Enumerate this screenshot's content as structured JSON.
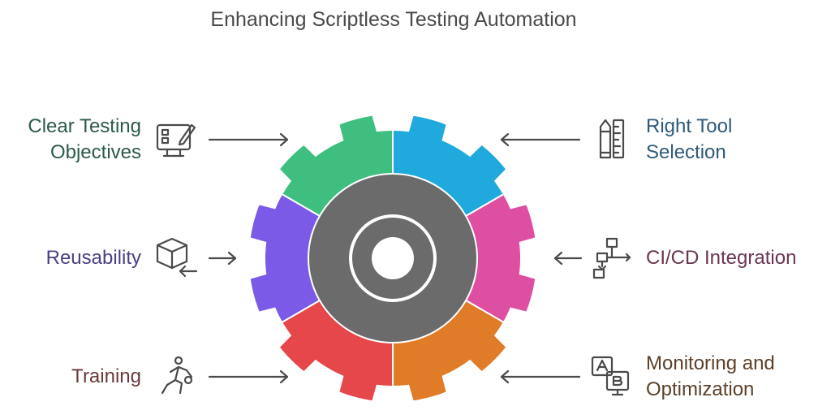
{
  "title": "Enhancing Scriptless Testing Automation",
  "segments": [
    {
      "label": "Clear Testing Objectives",
      "lines": [
        "Clear Testing",
        "Objectives"
      ],
      "color": "#3fbf7f",
      "icon": "dashboard-edit-icon"
    },
    {
      "label": "Right Tool Selection",
      "lines": [
        "Right Tool",
        "Selection"
      ],
      "color": "#1fa9dc",
      "icon": "ruler-pencil-icon"
    },
    {
      "label": "Reusability",
      "lines": [
        "Reusability"
      ],
      "color": "#7a5ae6",
      "icon": "cube-arrow-icon"
    },
    {
      "label": "CI/CD Integration",
      "lines": [
        "CI/CD Integration"
      ],
      "color": "#de4fa2",
      "icon": "flowchart-icon"
    },
    {
      "label": "Training",
      "lines": [
        "Training"
      ],
      "color": "#e5474a",
      "icon": "running-person-icon"
    },
    {
      "label": "Monitoring and Optimization",
      "lines": [
        "Monitoring and",
        "Optimization"
      ],
      "color": "#e07b27",
      "icon": "ab-test-icon"
    }
  ],
  "colors": {
    "ring_dark": "#6b6b6b",
    "ring_outline": "#ffffff",
    "arrow": "#4a4a4a",
    "icon_stroke": "#4a4a4a"
  }
}
